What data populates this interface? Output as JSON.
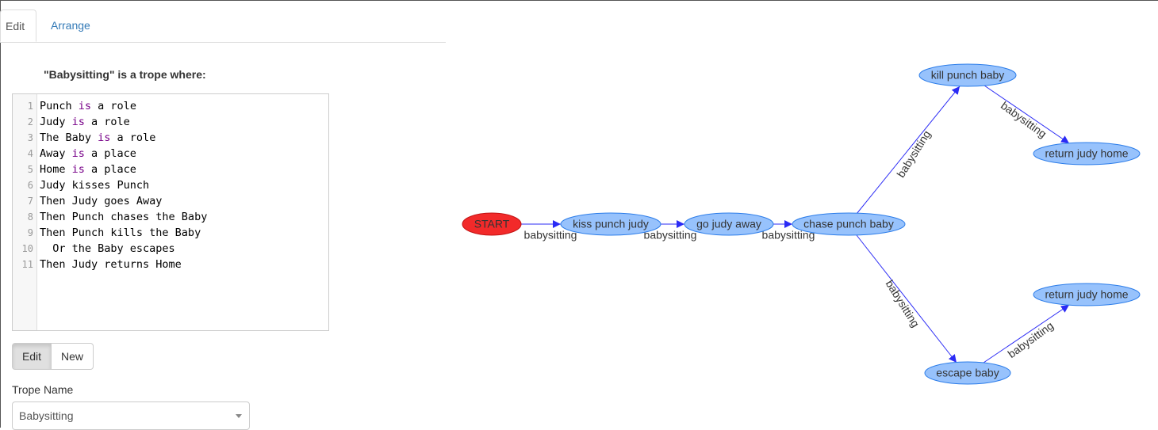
{
  "tabs": [
    {
      "label": "Edit",
      "active": true
    },
    {
      "label": "Arrange",
      "active": false
    }
  ],
  "heading": "\"Babysitting\" is a trope where:",
  "editor": {
    "lines": [
      {
        "num": "1",
        "pre": "Punch ",
        "kw": "is",
        "post": " a role"
      },
      {
        "num": "2",
        "pre": "Judy ",
        "kw": "is",
        "post": " a role"
      },
      {
        "num": "3",
        "pre": "The Baby ",
        "kw": "is",
        "post": " a role"
      },
      {
        "num": "4",
        "pre": "Away ",
        "kw": "is",
        "post": " a place"
      },
      {
        "num": "5",
        "pre": "Home ",
        "kw": "is",
        "post": " a place"
      },
      {
        "num": "6",
        "pre": "Judy kisses Punch",
        "kw": "",
        "post": ""
      },
      {
        "num": "7",
        "pre": "Then Judy goes Away",
        "kw": "",
        "post": ""
      },
      {
        "num": "8",
        "pre": "Then Punch chases the Baby",
        "kw": "",
        "post": ""
      },
      {
        "num": "9",
        "pre": "Then Punch kills the Baby",
        "kw": "",
        "post": ""
      },
      {
        "num": "10",
        "pre": "  Or the Baby escapes",
        "kw": "",
        "post": ""
      },
      {
        "num": "11",
        "pre": "Then Judy returns Home",
        "kw": "",
        "post": ""
      }
    ]
  },
  "buttons": {
    "edit": "Edit",
    "new": "New"
  },
  "trope_name": {
    "label": "Trope Name",
    "value": "Babysitting"
  },
  "graph": {
    "colors": {
      "start_fill": "#f22a2a",
      "node_fill": "#97c2fc",
      "node_stroke": "#2b7ce9",
      "edge": "#2b2bf5"
    },
    "nodes": [
      {
        "id": "start",
        "label": "START"
      },
      {
        "id": "kiss",
        "label": "kiss punch judy"
      },
      {
        "id": "away",
        "label": "go judy away"
      },
      {
        "id": "chase",
        "label": "chase punch baby"
      },
      {
        "id": "kill",
        "label": "kill punch baby"
      },
      {
        "id": "ret1",
        "label": "return judy home"
      },
      {
        "id": "escape",
        "label": "escape baby"
      },
      {
        "id": "ret2",
        "label": "return judy home"
      }
    ],
    "edges": [
      {
        "from": "start",
        "to": "kiss",
        "label": "babysitting"
      },
      {
        "from": "kiss",
        "to": "away",
        "label": "babysitting"
      },
      {
        "from": "away",
        "to": "chase",
        "label": "babysitting"
      },
      {
        "from": "chase",
        "to": "kill",
        "label": "babysitting"
      },
      {
        "from": "kill",
        "to": "ret1",
        "label": "babysitting"
      },
      {
        "from": "chase",
        "to": "escape",
        "label": "babysitting"
      },
      {
        "from": "escape",
        "to": "ret2",
        "label": "babysitting"
      }
    ]
  }
}
